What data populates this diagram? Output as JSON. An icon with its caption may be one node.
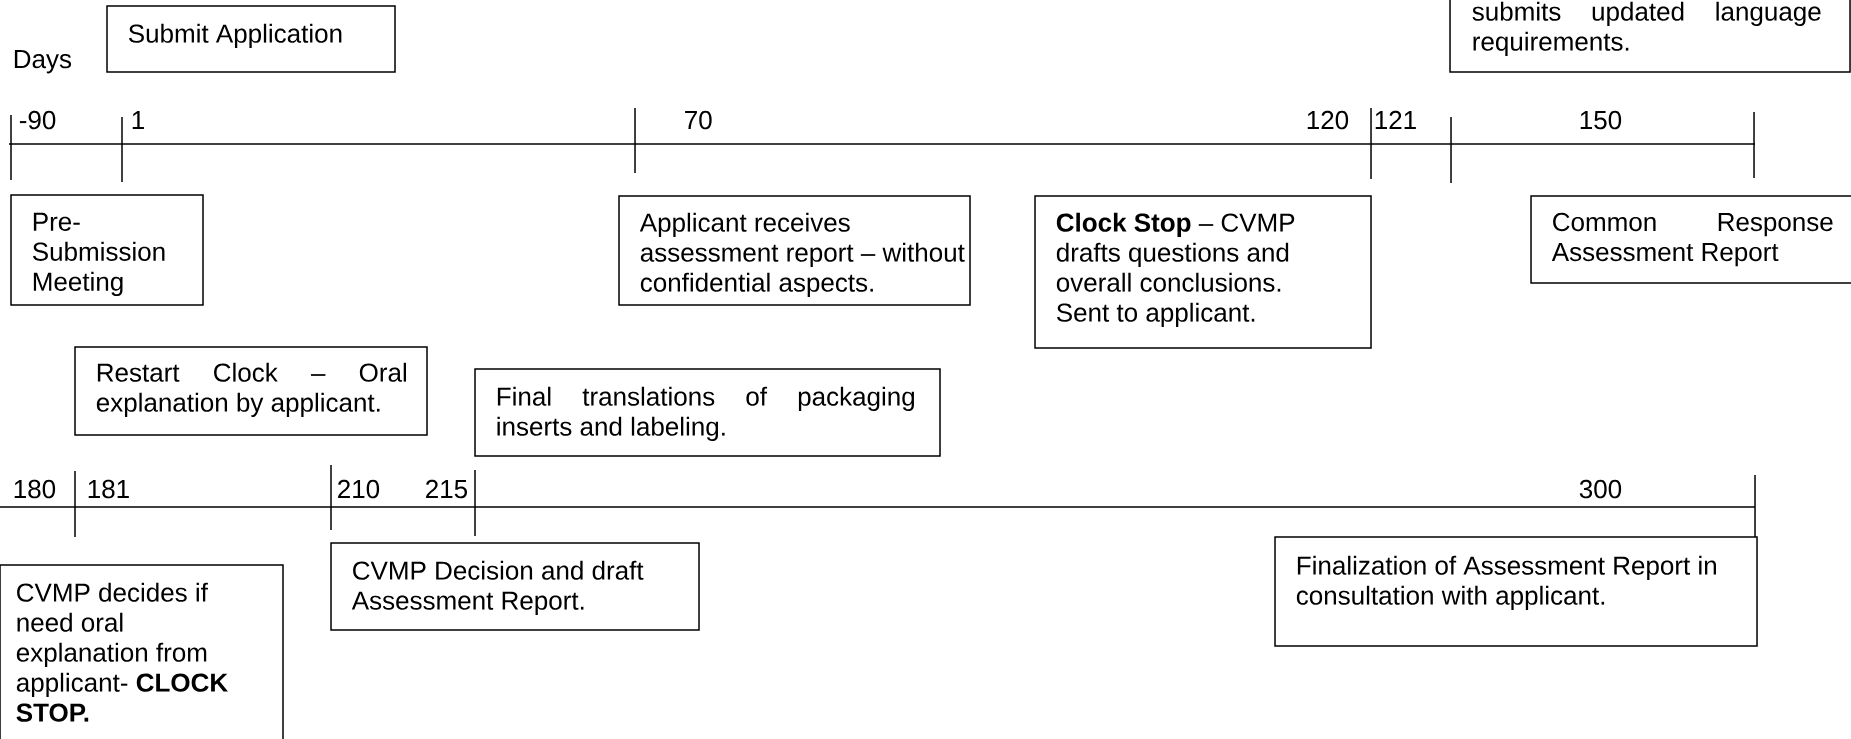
{
  "diagram": {
    "nodes": [
      {
        "text": [
          "Submit Application"
        ]
      },
      {
        "text": [
          "submits updated language requirements."
        ]
      },
      {
        "text": [
          "Pre-Submission Meeting"
        ]
      },
      {
        "text": [
          "Applicant receives assessment report – without confidential aspects."
        ]
      },
      {
        "text": [
          "**Clock Stop** – CVMP drafts questions and overall conclusions. Sent to applicant."
        ]
      },
      {
        "text": [
          "Common Response Assessment Report"
        ]
      },
      {
        "text": [
          "Restart Clock – Oral explanation by applicant."
        ]
      },
      {
        "text": [
          "Final translations of packaging inserts and labeling."
        ]
      },
      {
        "text": [
          "CVMP decides if need oral explanation from applicant- **CLOCK STOP.**"
        ]
      },
      {
        "text": [
          "CVMP Decision and draft Assessment Report."
        ]
      },
      {
        "text": [
          "Finalization of Assessment Report in consultation with applicant."
        ]
      }
    ],
    "labels": [
      "Days",
      "-90",
      "1",
      "70",
      "120",
      "121",
      "150",
      "180",
      "181",
      "210",
      "215",
      "300"
    ]
  }
}
